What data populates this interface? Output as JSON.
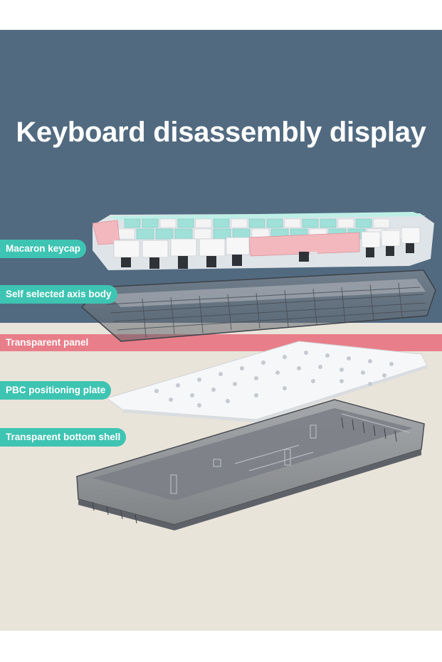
{
  "title": "Keyboard disassembly display",
  "labels": {
    "keycap": "Macaron keycap",
    "switch": "Self selected axis body",
    "panel": "Transparent panel",
    "plate": "PBC positioning plate",
    "shell": "Transparent bottom shell"
  },
  "colors": {
    "top_background": "#516a80",
    "bottom_background": "#e9e4da",
    "accent_teal": "#3ec4b2",
    "accent_pink": "#e87e89",
    "keycap_mint": "#9fe0d8",
    "keycap_white": "#f4f4f4",
    "keycap_pink": "#f3b8bd"
  }
}
